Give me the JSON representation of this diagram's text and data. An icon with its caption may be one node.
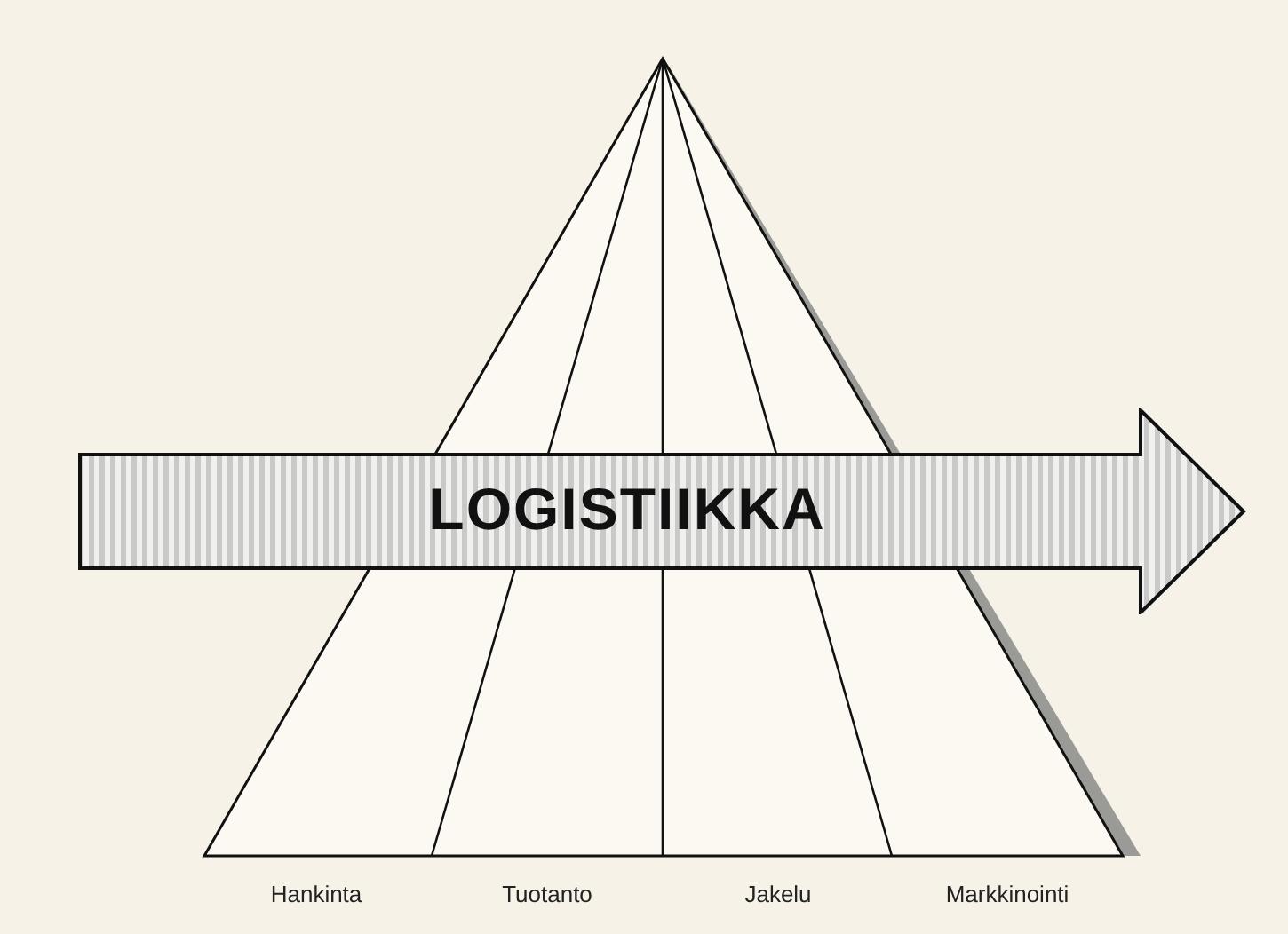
{
  "diagram": {
    "nodes": [
      {
        "text": [
          "LOGISTIIKKA"
        ]
      }
    ],
    "labels": [
      "Hankinta",
      "Tuotanto",
      "Jakelu",
      "Markkinointi"
    ]
  }
}
